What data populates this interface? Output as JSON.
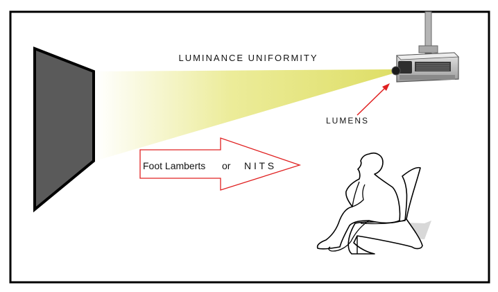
{
  "diagram": {
    "labels": {
      "luminance_uniformity": "LUMINANCE UNIFORMITY",
      "lumens": "LUMENS",
      "foot_lamberts": "Foot Lamberts",
      "or": "or",
      "nits": "N I T S"
    },
    "colors": {
      "frame": "#000000",
      "screen_fill": "#5a5a5a",
      "beam_near": "#dede66",
      "beam_far": "#ffffff",
      "arrow_stroke": "#e02020",
      "projector_body": "#c8c8c8"
    },
    "icons": {
      "projector": "projector-icon",
      "viewer": "seated-viewer-icon",
      "screen": "projection-screen-icon"
    }
  }
}
